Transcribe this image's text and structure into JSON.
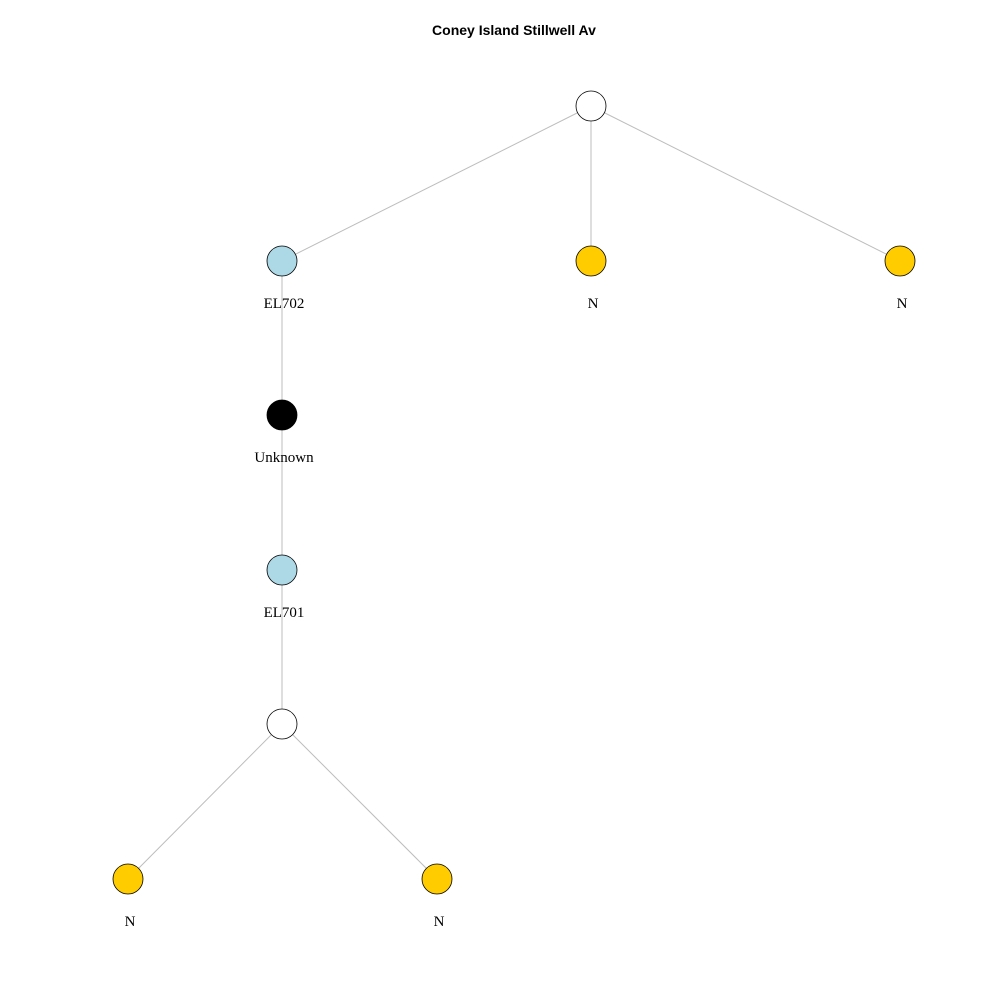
{
  "title": "Coney Island Stillwell Av",
  "colors": {
    "junction": "#ffffff",
    "track": "#add8e6",
    "unknown": "#000000",
    "line": "#ffcc00",
    "edge": "#bdbdbd"
  },
  "nodes": [
    {
      "id": "root",
      "label": "",
      "kind": "junction"
    },
    {
      "id": "el702",
      "label": "EL702",
      "kind": "track"
    },
    {
      "id": "n1",
      "label": "N",
      "kind": "line"
    },
    {
      "id": "n2",
      "label": "N",
      "kind": "line"
    },
    {
      "id": "unknown",
      "label": "Unknown",
      "kind": "unknown"
    },
    {
      "id": "el701",
      "label": "EL701",
      "kind": "track"
    },
    {
      "id": "junction2",
      "label": "",
      "kind": "junction"
    },
    {
      "id": "n3",
      "label": "N",
      "kind": "line"
    },
    {
      "id": "n4",
      "label": "N",
      "kind": "line"
    }
  ],
  "edges": [
    [
      "root",
      "el702"
    ],
    [
      "root",
      "n1"
    ],
    [
      "root",
      "n2"
    ],
    [
      "el702",
      "unknown"
    ],
    [
      "unknown",
      "el701"
    ],
    [
      "el701",
      "junction2"
    ],
    [
      "junction2",
      "n3"
    ],
    [
      "junction2",
      "n4"
    ]
  ]
}
